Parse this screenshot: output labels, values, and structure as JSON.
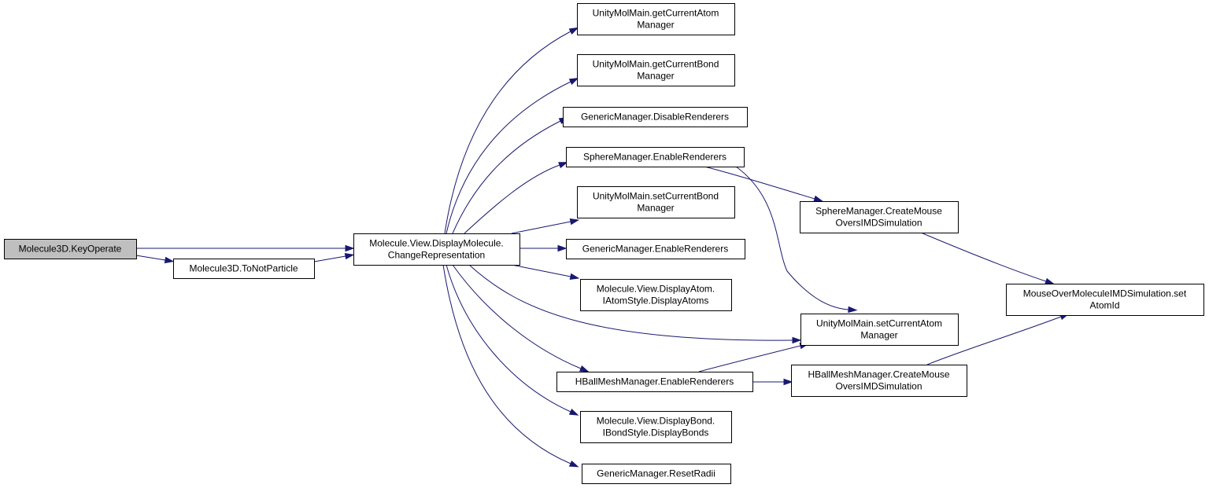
{
  "graph": {
    "type": "call-graph",
    "edge_color": "#191970",
    "root_fill": "#bfbfbf",
    "node_fill": "#ffffff",
    "nodes": [
      {
        "id": "n0",
        "lines": [
          "Molecule3D.KeyOperate"
        ],
        "root": true
      },
      {
        "id": "n1",
        "lines": [
          "Molecule3D.ToNotParticle"
        ]
      },
      {
        "id": "n2",
        "lines": [
          "Molecule.View.DisplayMolecule.",
          "ChangeRepresentation"
        ]
      },
      {
        "id": "n3",
        "lines": [
          "UnityMolMain.getCurrentAtom",
          "Manager"
        ]
      },
      {
        "id": "n4",
        "lines": [
          "UnityMolMain.getCurrentBond",
          "Manager"
        ]
      },
      {
        "id": "n5",
        "lines": [
          "GenericManager.DisableRenderers"
        ]
      },
      {
        "id": "n6",
        "lines": [
          "SphereManager.EnableRenderers"
        ]
      },
      {
        "id": "n7",
        "lines": [
          "UnityMolMain.setCurrentBond",
          "Manager"
        ]
      },
      {
        "id": "n8",
        "lines": [
          "GenericManager.EnableRenderers"
        ]
      },
      {
        "id": "n9",
        "lines": [
          "Molecule.View.DisplayAtom.",
          "IAtomStyle.DisplayAtoms"
        ]
      },
      {
        "id": "n10",
        "lines": [
          "UnityMolMain.setCurrentAtom",
          "Manager"
        ]
      },
      {
        "id": "n11",
        "lines": [
          "HBallMeshManager.EnableRenderers"
        ]
      },
      {
        "id": "n12",
        "lines": [
          "Molecule.View.DisplayBond.",
          "IBondStyle.DisplayBonds"
        ]
      },
      {
        "id": "n13",
        "lines": [
          "GenericManager.ResetRadii"
        ]
      },
      {
        "id": "n14",
        "lines": [
          "SphereManager.CreateMouse",
          "OversIMDSimulation"
        ]
      },
      {
        "id": "n15",
        "lines": [
          "HBallMeshManager.CreateMouse",
          "OversIMDSimulation"
        ]
      },
      {
        "id": "n16",
        "lines": [
          "MouseOverMoleculeIMDSimulation.set",
          "AtomId"
        ]
      }
    ],
    "edges": [
      {
        "from": "n0",
        "to": "n2"
      },
      {
        "from": "n0",
        "to": "n1"
      },
      {
        "from": "n1",
        "to": "n2"
      },
      {
        "from": "n2",
        "to": "n3"
      },
      {
        "from": "n2",
        "to": "n4"
      },
      {
        "from": "n2",
        "to": "n5"
      },
      {
        "from": "n2",
        "to": "n6"
      },
      {
        "from": "n2",
        "to": "n7"
      },
      {
        "from": "n2",
        "to": "n8"
      },
      {
        "from": "n2",
        "to": "n9"
      },
      {
        "from": "n2",
        "to": "n10"
      },
      {
        "from": "n2",
        "to": "n11"
      },
      {
        "from": "n2",
        "to": "n12"
      },
      {
        "from": "n2",
        "to": "n13"
      },
      {
        "from": "n6",
        "to": "n14"
      },
      {
        "from": "n6",
        "to": "n10"
      },
      {
        "from": "n14",
        "to": "n16"
      },
      {
        "from": "n11",
        "to": "n10"
      },
      {
        "from": "n11",
        "to": "n15"
      },
      {
        "from": "n15",
        "to": "n16"
      }
    ]
  }
}
